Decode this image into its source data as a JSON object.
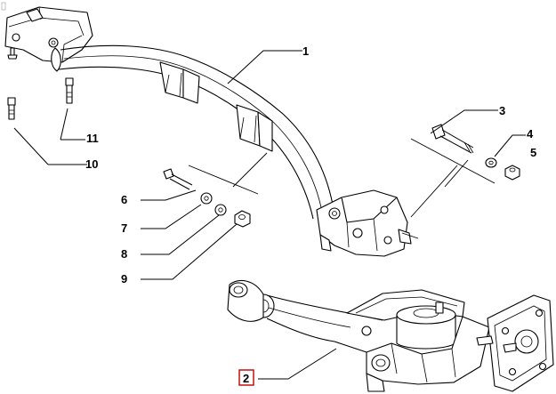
{
  "corner_mark": "",
  "callouts": [
    {
      "id": "c1",
      "label": "1"
    },
    {
      "id": "c2",
      "label": "2",
      "highlighted": true
    },
    {
      "id": "c3",
      "label": "3"
    },
    {
      "id": "c4",
      "label": "4"
    },
    {
      "id": "c5",
      "label": "5"
    },
    {
      "id": "c6",
      "label": "6"
    },
    {
      "id": "c7",
      "label": "7"
    },
    {
      "id": "c8",
      "label": "8"
    },
    {
      "id": "c9",
      "label": "9"
    },
    {
      "id": "c10",
      "label": "10"
    },
    {
      "id": "c11",
      "label": "11"
    }
  ],
  "colors": {
    "line": "#000000",
    "highlight": "#c00000",
    "background": "#ffffff"
  }
}
